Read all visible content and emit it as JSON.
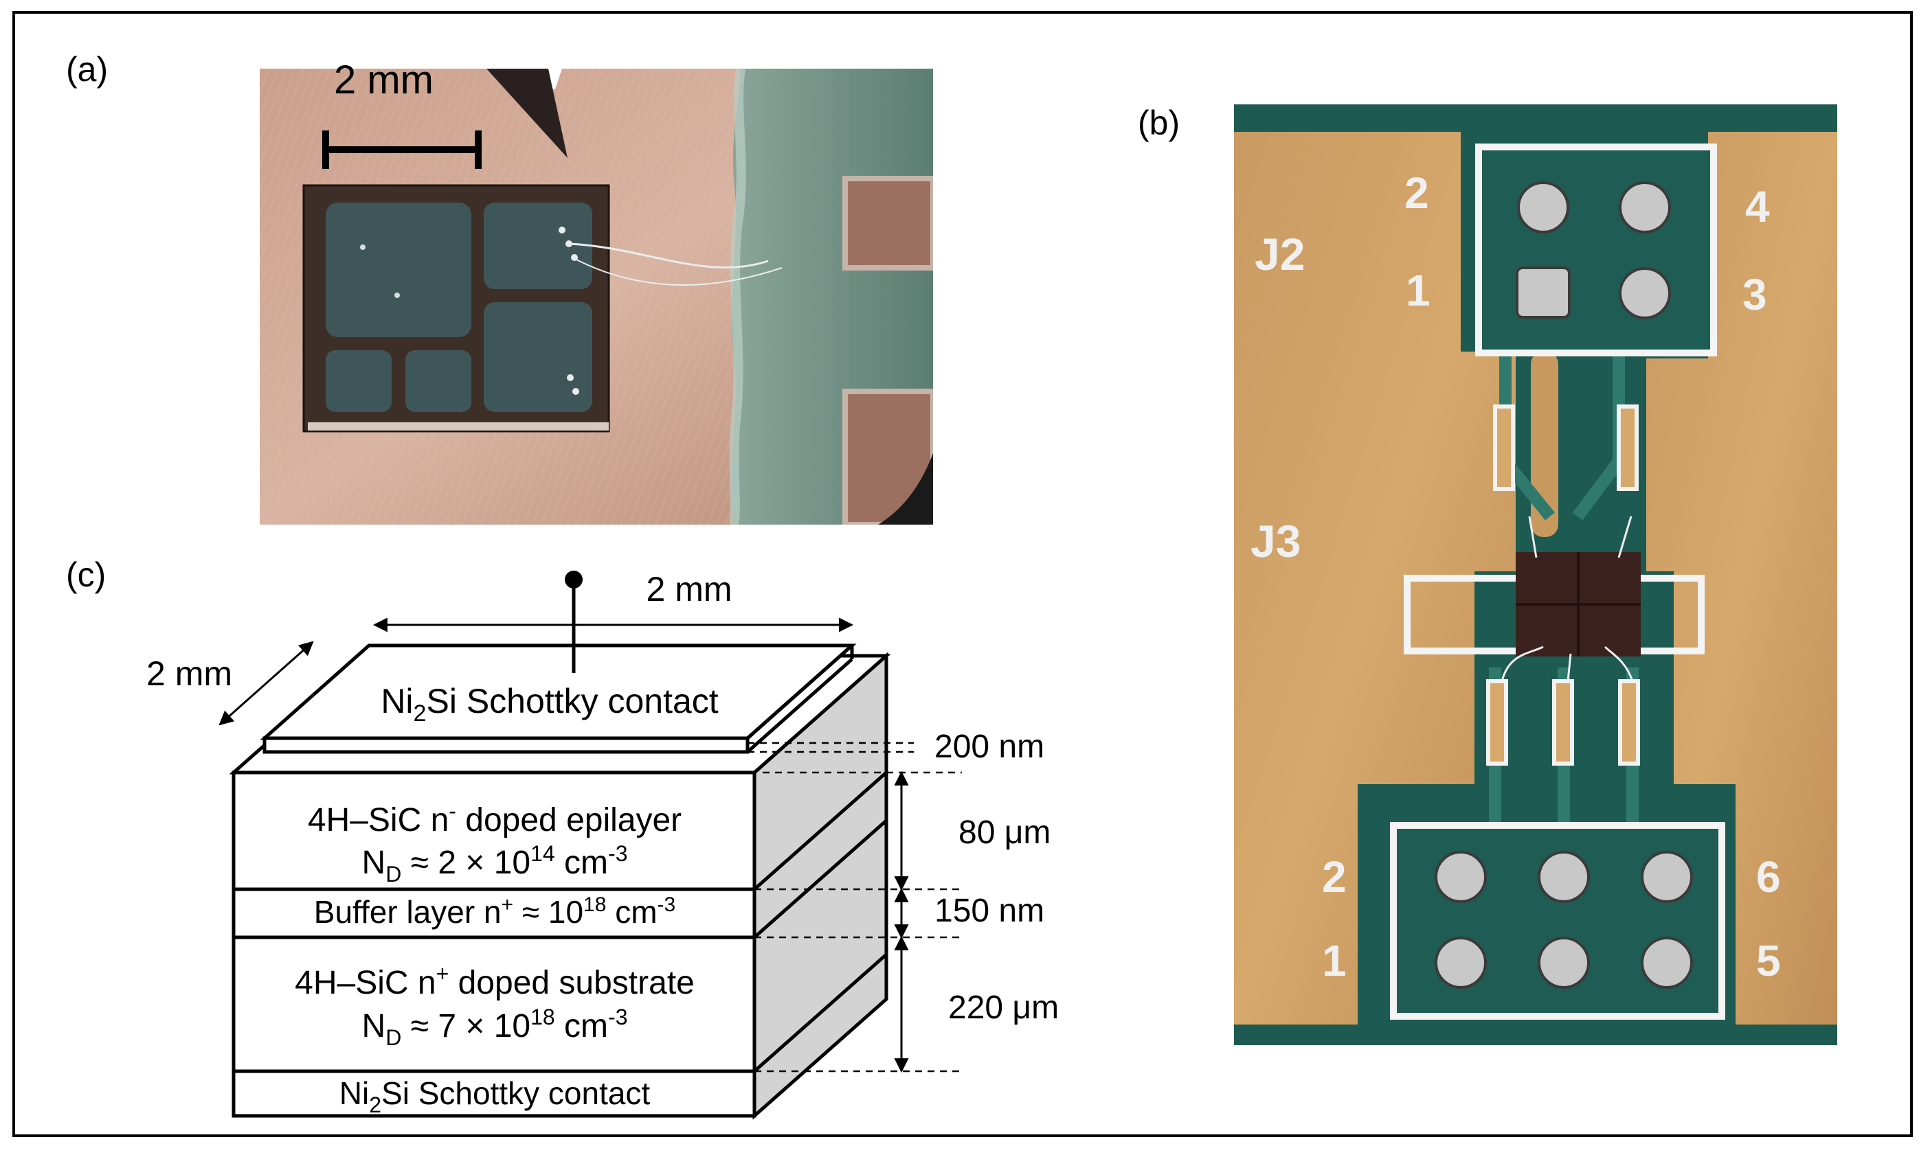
{
  "figure": {
    "panel_a": {
      "label": "(a)",
      "scale_bar": "2 mm"
    },
    "panel_b": {
      "label": "(b)",
      "connectors": {
        "j2": {
          "name": "J2",
          "pins": [
            "2",
            "4",
            "1",
            "3"
          ]
        },
        "j3": {
          "name": "J3",
          "pins": [
            "2",
            "6",
            "1",
            "5"
          ]
        }
      }
    },
    "panel_c": {
      "label": "(c)",
      "dim_width": "2 mm",
      "dim_depth": "2 mm",
      "top_contact": {
        "pre": "Ni",
        "sub": "2",
        "post": "Si Schottky contact"
      },
      "epilayer": {
        "line1_pre": "4H–SiC n",
        "line1_sup": "-",
        "line1_post": " doped epilayer",
        "line2_pre": "N",
        "line2_sub": "D",
        "line2_mid": " ≈ 2 × 10",
        "line2_sup": "14",
        "line2_unit": " cm",
        "line2_unit_sup": "-3"
      },
      "buffer": {
        "pre": "Buffer layer  n",
        "sup1": "+",
        "mid": " ≈ 10",
        "sup2": "18",
        "unit": " cm",
        "unit_sup": "-3"
      },
      "substrate": {
        "line1_pre": "4H–SiC n",
        "line1_sup": "+",
        "line1_post": " doped substrate",
        "line2_pre": "N",
        "line2_sub": "D",
        "line2_mid": " ≈ 7 × 10",
        "line2_sup": "18",
        "line2_unit": " cm",
        "line2_unit_sup": "-3"
      },
      "bottom_contact": {
        "pre": "Ni",
        "sub": "2",
        "post": "Si Schottky contact"
      },
      "thickness_labels": [
        "200 nm",
        "80 μm",
        "150 nm",
        "220 μm"
      ]
    }
  }
}
